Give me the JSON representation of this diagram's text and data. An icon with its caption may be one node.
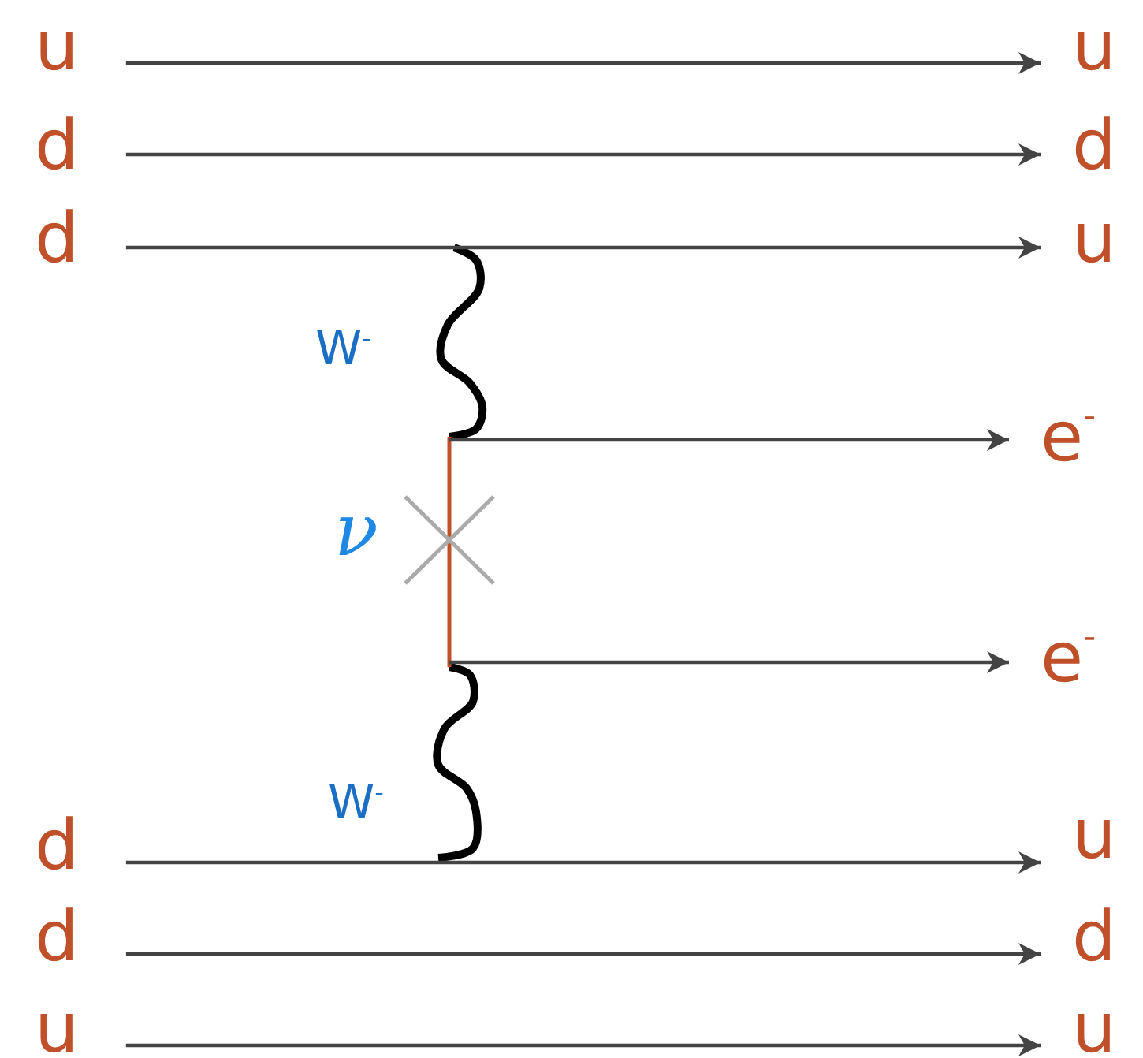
{
  "diagram": {
    "nodes": [
      {
        "text": [
          "u"
        ]
      },
      {
        "text": [
          "u"
        ]
      },
      {
        "text": [
          "d"
        ]
      },
      {
        "text": [
          "d"
        ]
      },
      {
        "text": [
          "d"
        ]
      },
      {
        "text": [
          "u"
        ]
      },
      {
        "text": [
          "e$^{-}$"
        ]
      },
      {
        "text": [
          "e$^{-}$"
        ]
      },
      {
        "text": [
          "d"
        ]
      },
      {
        "text": [
          "u"
        ]
      },
      {
        "text": [
          "d"
        ]
      },
      {
        "text": [
          "d"
        ]
      },
      {
        "text": [
          "u"
        ]
      },
      {
        "text": [
          "u"
        ]
      }
    ],
    "edges": [
      {
        "from": 0,
        "to": 1,
        "arrow": "to"
      },
      {
        "from": 2,
        "to": 3,
        "arrow": "to"
      },
      {
        "from": 4,
        "to": 5,
        "arrow": "to"
      },
      {
        "from": null,
        "to": 6,
        "arrow": "to"
      },
      {
        "from": null,
        "to": 7,
        "arrow": "to"
      },
      {
        "from": 8,
        "to": 9,
        "arrow": "to"
      },
      {
        "from": 10,
        "to": 11,
        "arrow": "to"
      },
      {
        "from": 12,
        "to": 13,
        "arrow": "to"
      }
    ],
    "labels": [
      "W$^{-}$",
      "ν",
      "W$^{-}$"
    ]
  }
}
